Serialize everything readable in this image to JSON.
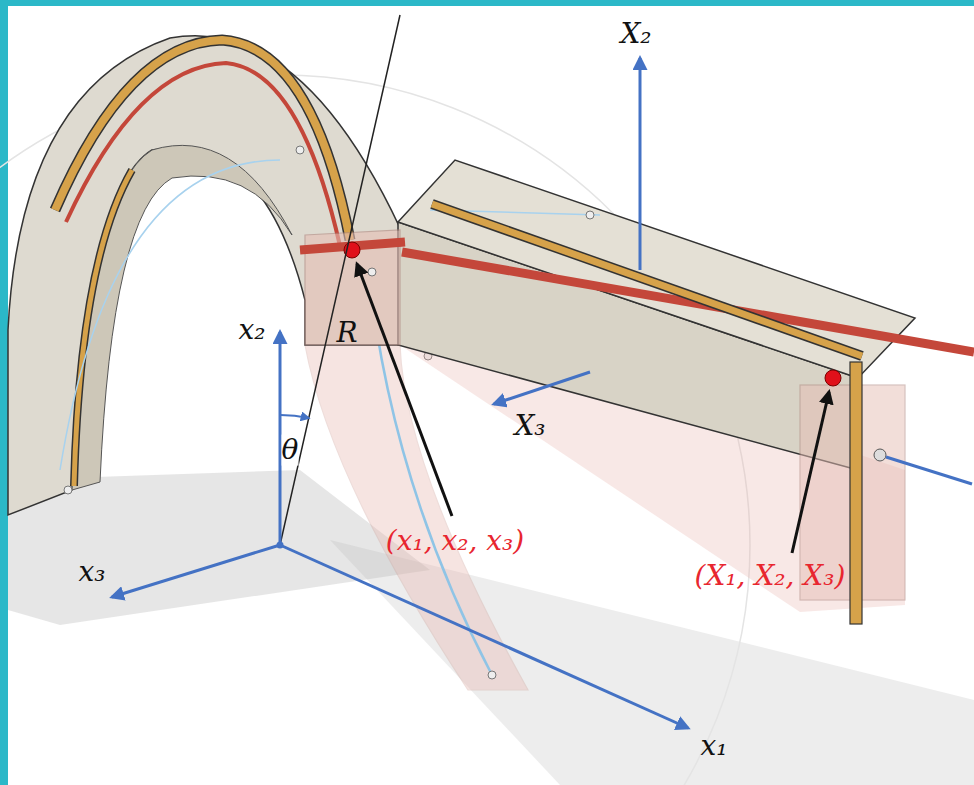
{
  "diagram": {
    "labels": [
      "X₂",
      "x₂",
      "R",
      "θ",
      "X₃",
      "(x₁, x₂, x₃)",
      "(X₁, X₂, X₃)",
      "x₃",
      "x₁"
    ]
  }
}
